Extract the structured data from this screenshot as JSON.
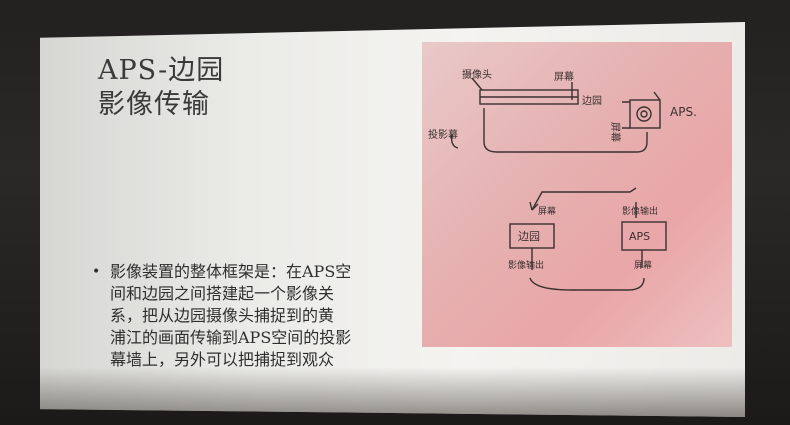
{
  "slide": {
    "title_line1": "APS-边园",
    "title_line2": "影像传输",
    "bullet_marker": "•",
    "bullet_lines": [
      "影像装置的整体框架是：在APS空",
      "间和边园之间搭建起一个影像关",
      "系，把从边园摄像头捕捉到的黄",
      "浦江的画面传输到APS空间的投影",
      "幕墙上，另外可以把捕捉到观众"
    ]
  },
  "sketch": {
    "top_labels": {
      "camera": "摄像头",
      "screen": "屏幕",
      "biany": "边园",
      "aps": "APS.",
      "projection": "投影幕",
      "aps_screen": "屏幕"
    },
    "flow": {
      "left_box": "边园",
      "right_box": "APS",
      "screen_left": "屏幕",
      "output_right": "影像输出",
      "output_left": "影像输出",
      "screen_right": "屏幕"
    }
  }
}
